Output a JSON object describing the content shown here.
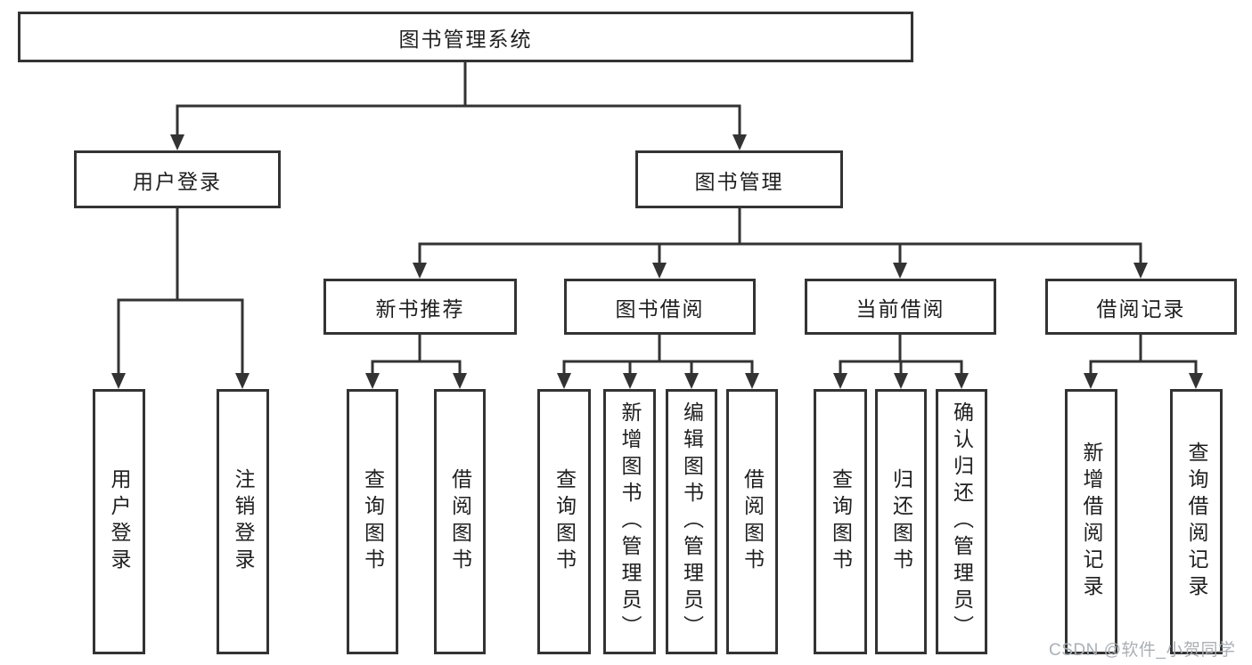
{
  "diagram_title": "图书管理系统",
  "colors": {
    "line": "#333333",
    "box_border": "#333333",
    "text": "#1f1f1f",
    "watermark": "#aab0b6"
  },
  "watermark": "CSDN @软件_小贺同学",
  "tree": {
    "root": {
      "label": "图书管理系统"
    },
    "branches": [
      {
        "label": "用户登录",
        "children": [
          {
            "label": "用户登录"
          },
          {
            "label": "注销登录"
          }
        ]
      },
      {
        "label": "图书管理",
        "children": [
          {
            "label": "新书推荐",
            "children": [
              {
                "label": "查询图书"
              },
              {
                "label": "借阅图书"
              }
            ]
          },
          {
            "label": "图书借阅",
            "children": [
              {
                "label": "查询图书"
              },
              {
                "label": "新增图书（管理员）"
              },
              {
                "label": "编辑图书（管理员）"
              },
              {
                "label": "借阅图书"
              }
            ]
          },
          {
            "label": "当前借阅",
            "children": [
              {
                "label": "查询图书"
              },
              {
                "label": "归还图书"
              },
              {
                "label": "确认归还（管理员）"
              }
            ]
          },
          {
            "label": "借阅记录",
            "children": [
              {
                "label": "新增借阅记录"
              },
              {
                "label": "查询借阅记录"
              }
            ]
          }
        ]
      }
    ]
  }
}
